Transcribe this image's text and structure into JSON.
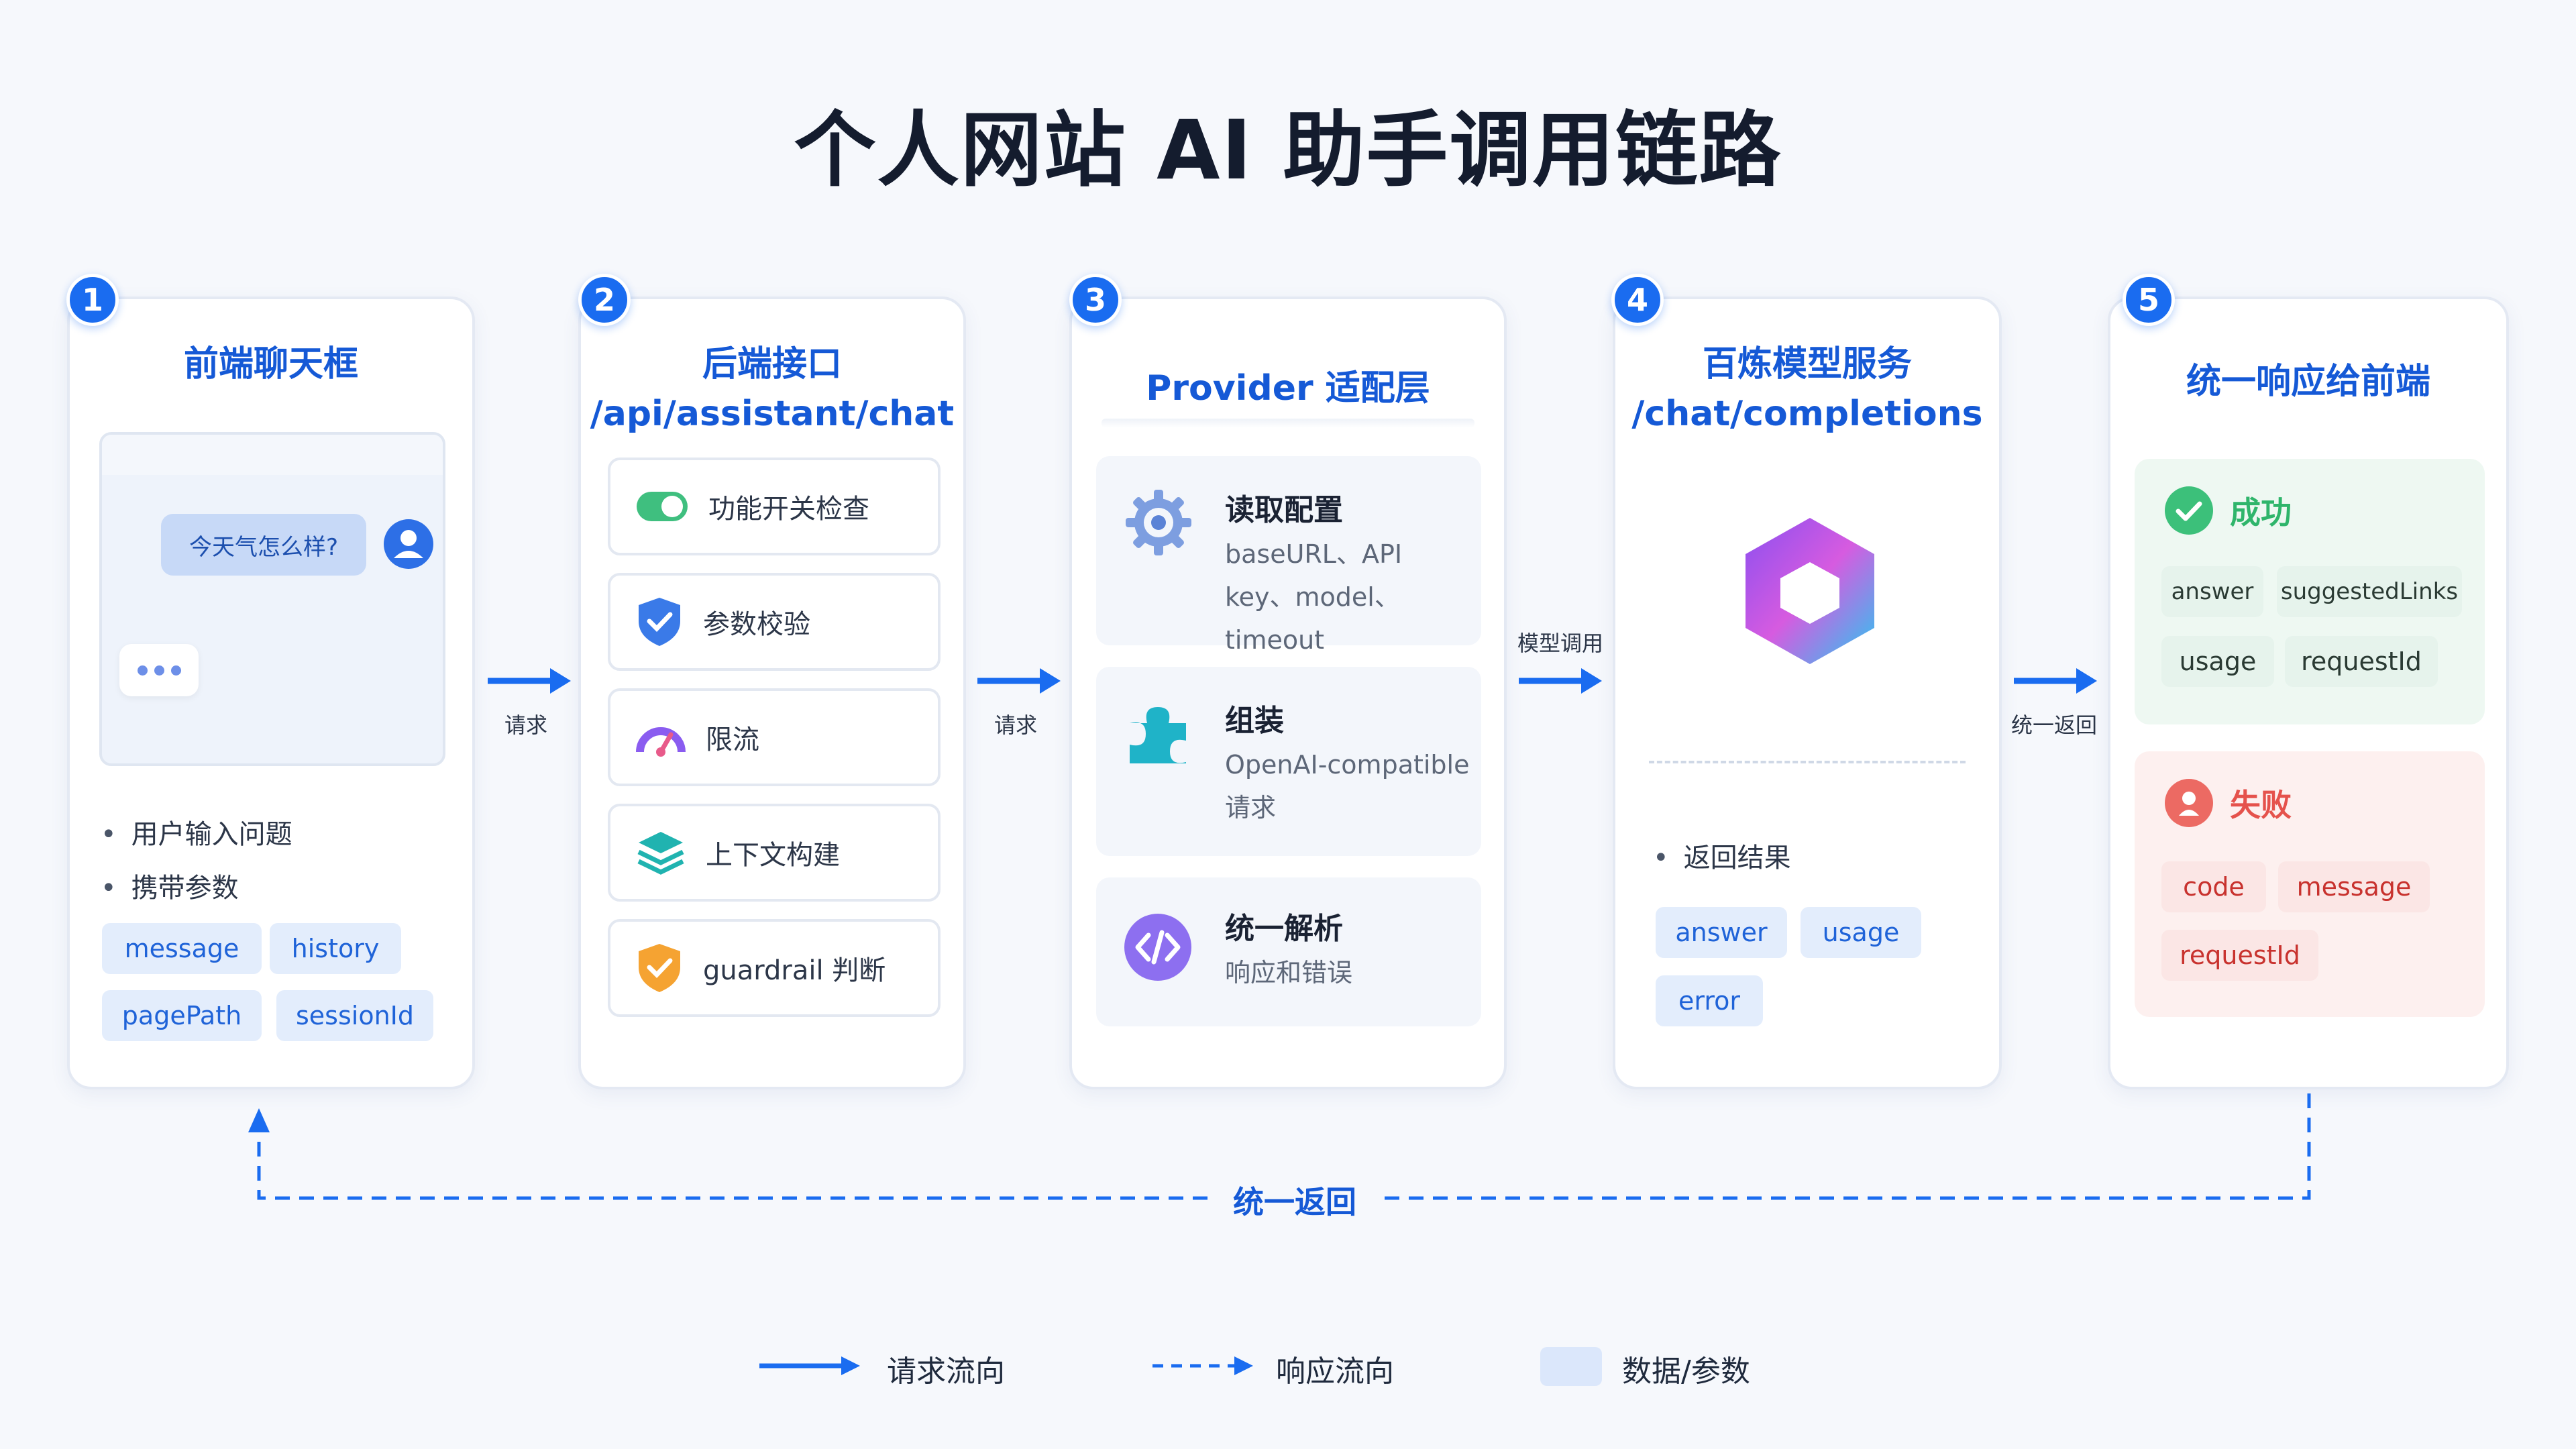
{
  "title": "个人网站 AI 助手调用链路",
  "colors": {
    "accent": "#1a6cf0",
    "success": "#2fb56b",
    "error": "#e5524c",
    "chip_bg": "#e3edfc"
  },
  "steps": [
    {
      "number": "1",
      "title": "前端聊天框",
      "chat_bubble": "今天气怎么样?",
      "bullets": [
        "用户输入问题",
        "携带参数"
      ],
      "params": [
        "message",
        "history",
        "pagePath",
        "sessionId"
      ]
    },
    {
      "number": "2",
      "title_line1": "后端接口",
      "title_line2": "/api/assistant/chat",
      "items": [
        {
          "label": "功能开关检查",
          "icon": "toggle-icon"
        },
        {
          "label": "参数校验",
          "icon": "shield-check-icon"
        },
        {
          "label": "限流",
          "icon": "speedometer-icon"
        },
        {
          "label": "上下文构建",
          "icon": "layers-icon"
        },
        {
          "label": "guardrail 判断",
          "icon": "shield-warning-icon"
        }
      ]
    },
    {
      "number": "3",
      "title": "Provider 适配层",
      "items": [
        {
          "heading": "读取配置",
          "desc": "baseURL、API key、model、timeout",
          "icon": "gear-icon"
        },
        {
          "heading": "组装",
          "desc": "OpenAI-compatible 请求",
          "icon": "puzzle-icon"
        },
        {
          "heading": "统一解析",
          "desc": "响应和错误",
          "icon": "code-icon"
        }
      ]
    },
    {
      "number": "4",
      "title_line1": "百炼模型服务",
      "title_line2": "/chat/completions",
      "bullet": "返回结果",
      "fields": [
        "answer",
        "usage",
        "error"
      ],
      "icon": "model-hexagon-icon"
    },
    {
      "number": "5",
      "title": "统一响应给前端",
      "success_label": "成功",
      "success_fields": [
        "answer",
        "suggestedLinks",
        "usage",
        "requestId"
      ],
      "failure_label": "失败",
      "failure_fields": [
        "code",
        "message",
        "requestId"
      ]
    }
  ],
  "arrows": [
    "请求",
    "请求",
    "模型调用",
    "统一返回"
  ],
  "return_label": "统一返回",
  "legend": {
    "request": "请求流向",
    "response": "响应流向",
    "data": "数据/参数"
  }
}
